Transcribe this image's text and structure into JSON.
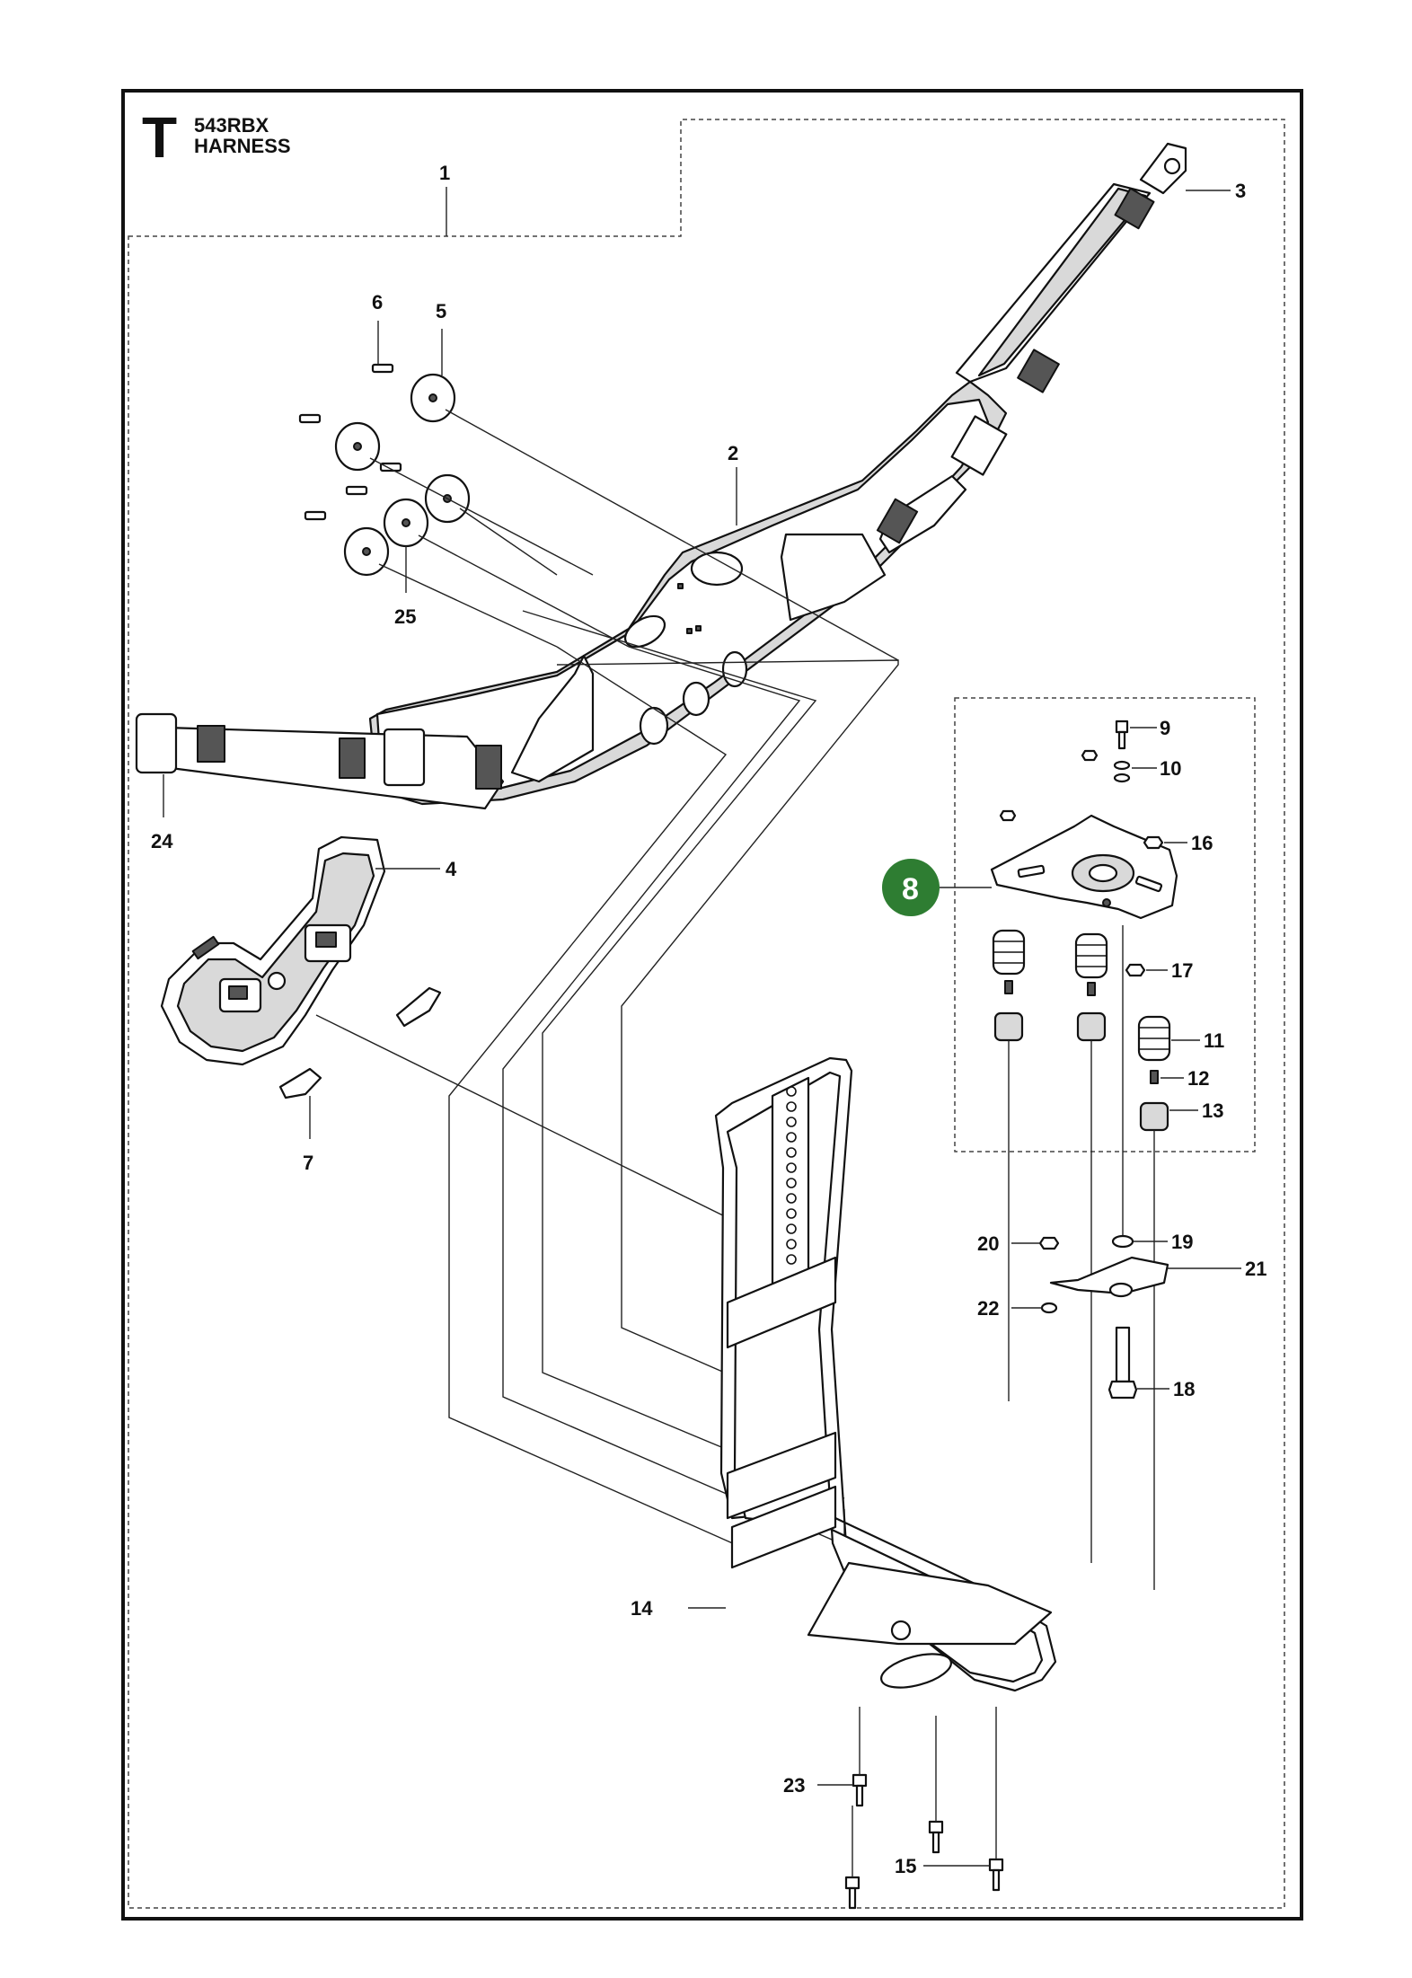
{
  "header": {
    "section_letter": "T",
    "model": "543RBX",
    "title": "HARNESS"
  },
  "badge": {
    "label": "8",
    "color": "#2e7d32"
  },
  "callouts": {
    "c1": "1",
    "c2": "2",
    "c3": "3",
    "c4": "4",
    "c5": "5",
    "c6": "6",
    "c7": "7",
    "c9": "9",
    "c10": "10",
    "c11": "11",
    "c12": "12",
    "c13": "13",
    "c14": "14",
    "c15": "15",
    "c16": "16",
    "c17": "17",
    "c18": "18",
    "c19": "19",
    "c20": "20",
    "c21": "21",
    "c22": "22",
    "c23": "23",
    "c24": "24",
    "c25": "25"
  }
}
